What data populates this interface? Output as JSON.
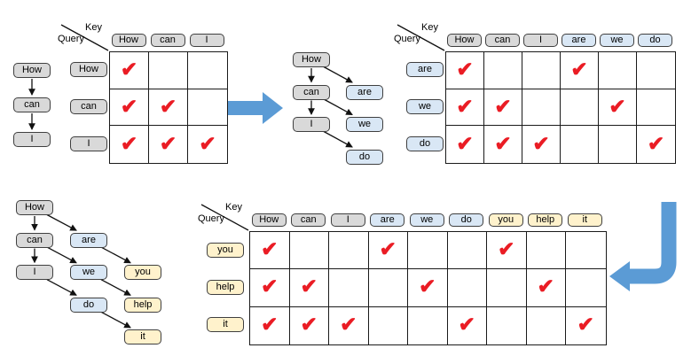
{
  "colors": {
    "gray": "#d9d9d9",
    "blue": "#d9e7f5",
    "yellow": "#fff2cc",
    "border": "#3f3f3f",
    "grid": "#1a1a1a",
    "check": "#ea1c24",
    "arrow": "#5b9bd5",
    "arrow_line": "#111111"
  },
  "check_glyph": "✔",
  "matrices": [
    {
      "key_label": "Key",
      "query_label": "Query",
      "keys": [
        {
          "text": "How",
          "color": "gray"
        },
        {
          "text": "can",
          "color": "gray"
        },
        {
          "text": "I",
          "color": "gray"
        }
      ],
      "queries": [
        {
          "text": "How",
          "color": "gray"
        },
        {
          "text": "can",
          "color": "gray"
        },
        {
          "text": "I",
          "color": "gray"
        }
      ],
      "checks": [
        [
          1,
          0,
          0
        ],
        [
          1,
          1,
          0
        ],
        [
          1,
          1,
          1
        ]
      ]
    },
    {
      "key_label": "Key",
      "query_label": "Query",
      "keys": [
        {
          "text": "How",
          "color": "gray"
        },
        {
          "text": "can",
          "color": "gray"
        },
        {
          "text": "I",
          "color": "gray"
        },
        {
          "text": "are",
          "color": "blue"
        },
        {
          "text": "we",
          "color": "blue"
        },
        {
          "text": "do",
          "color": "blue"
        }
      ],
      "queries": [
        {
          "text": "are",
          "color": "blue"
        },
        {
          "text": "we",
          "color": "blue"
        },
        {
          "text": "do",
          "color": "blue"
        }
      ],
      "checks": [
        [
          1,
          0,
          0,
          1,
          0,
          0
        ],
        [
          1,
          1,
          0,
          0,
          1,
          0
        ],
        [
          1,
          1,
          1,
          0,
          0,
          1
        ]
      ]
    },
    {
      "key_label": "Key",
      "query_label": "Query",
      "keys": [
        {
          "text": "How",
          "color": "gray"
        },
        {
          "text": "can",
          "color": "gray"
        },
        {
          "text": "I",
          "color": "gray"
        },
        {
          "text": "are",
          "color": "blue"
        },
        {
          "text": "we",
          "color": "blue"
        },
        {
          "text": "do",
          "color": "blue"
        },
        {
          "text": "you",
          "color": "yellow"
        },
        {
          "text": "help",
          "color": "yellow"
        },
        {
          "text": "it",
          "color": "yellow"
        }
      ],
      "queries": [
        {
          "text": "you",
          "color": "yellow"
        },
        {
          "text": "help",
          "color": "yellow"
        },
        {
          "text": "it",
          "color": "yellow"
        }
      ],
      "checks": [
        [
          1,
          0,
          0,
          1,
          0,
          0,
          1,
          0,
          0
        ],
        [
          1,
          1,
          0,
          0,
          1,
          0,
          0,
          1,
          0
        ],
        [
          1,
          1,
          1,
          0,
          0,
          1,
          0,
          0,
          1
        ]
      ]
    }
  ],
  "chains": [
    {
      "tokens": [
        {
          "text": "How",
          "color": "gray",
          "col": 0,
          "row": 0
        },
        {
          "text": "can",
          "color": "gray",
          "col": 0,
          "row": 1
        },
        {
          "text": "I",
          "color": "gray",
          "col": 0,
          "row": 2
        }
      ],
      "arrows": [
        [
          0,
          1
        ],
        [
          1,
          2
        ]
      ]
    },
    {
      "tokens": [
        {
          "text": "How",
          "color": "gray",
          "col": 0,
          "row": 0
        },
        {
          "text": "can",
          "color": "gray",
          "col": 0,
          "row": 1
        },
        {
          "text": "I",
          "color": "gray",
          "col": 0,
          "row": 2
        },
        {
          "text": "are",
          "color": "blue",
          "col": 1,
          "row": 1
        },
        {
          "text": "we",
          "color": "blue",
          "col": 1,
          "row": 2
        },
        {
          "text": "do",
          "color": "blue",
          "col": 1,
          "row": 3
        }
      ],
      "arrows": [
        [
          0,
          1
        ],
        [
          1,
          2
        ],
        [
          0,
          3
        ],
        [
          1,
          4
        ],
        [
          2,
          5
        ]
      ]
    },
    {
      "tokens": [
        {
          "text": "How",
          "color": "gray",
          "col": 0,
          "row": 0
        },
        {
          "text": "can",
          "color": "gray",
          "col": 0,
          "row": 1
        },
        {
          "text": "I",
          "color": "gray",
          "col": 0,
          "row": 2
        },
        {
          "text": "are",
          "color": "blue",
          "col": 1,
          "row": 1
        },
        {
          "text": "we",
          "color": "blue",
          "col": 1,
          "row": 2
        },
        {
          "text": "do",
          "color": "blue",
          "col": 1,
          "row": 3
        },
        {
          "text": "you",
          "color": "yellow",
          "col": 2,
          "row": 2
        },
        {
          "text": "help",
          "color": "yellow",
          "col": 2,
          "row": 3
        },
        {
          "text": "it",
          "color": "yellow",
          "col": 2,
          "row": 4
        }
      ],
      "arrows": [
        [
          0,
          1
        ],
        [
          1,
          2
        ],
        [
          0,
          3
        ],
        [
          1,
          4
        ],
        [
          2,
          5
        ],
        [
          3,
          6
        ],
        [
          4,
          7
        ],
        [
          5,
          8
        ]
      ]
    }
  ]
}
